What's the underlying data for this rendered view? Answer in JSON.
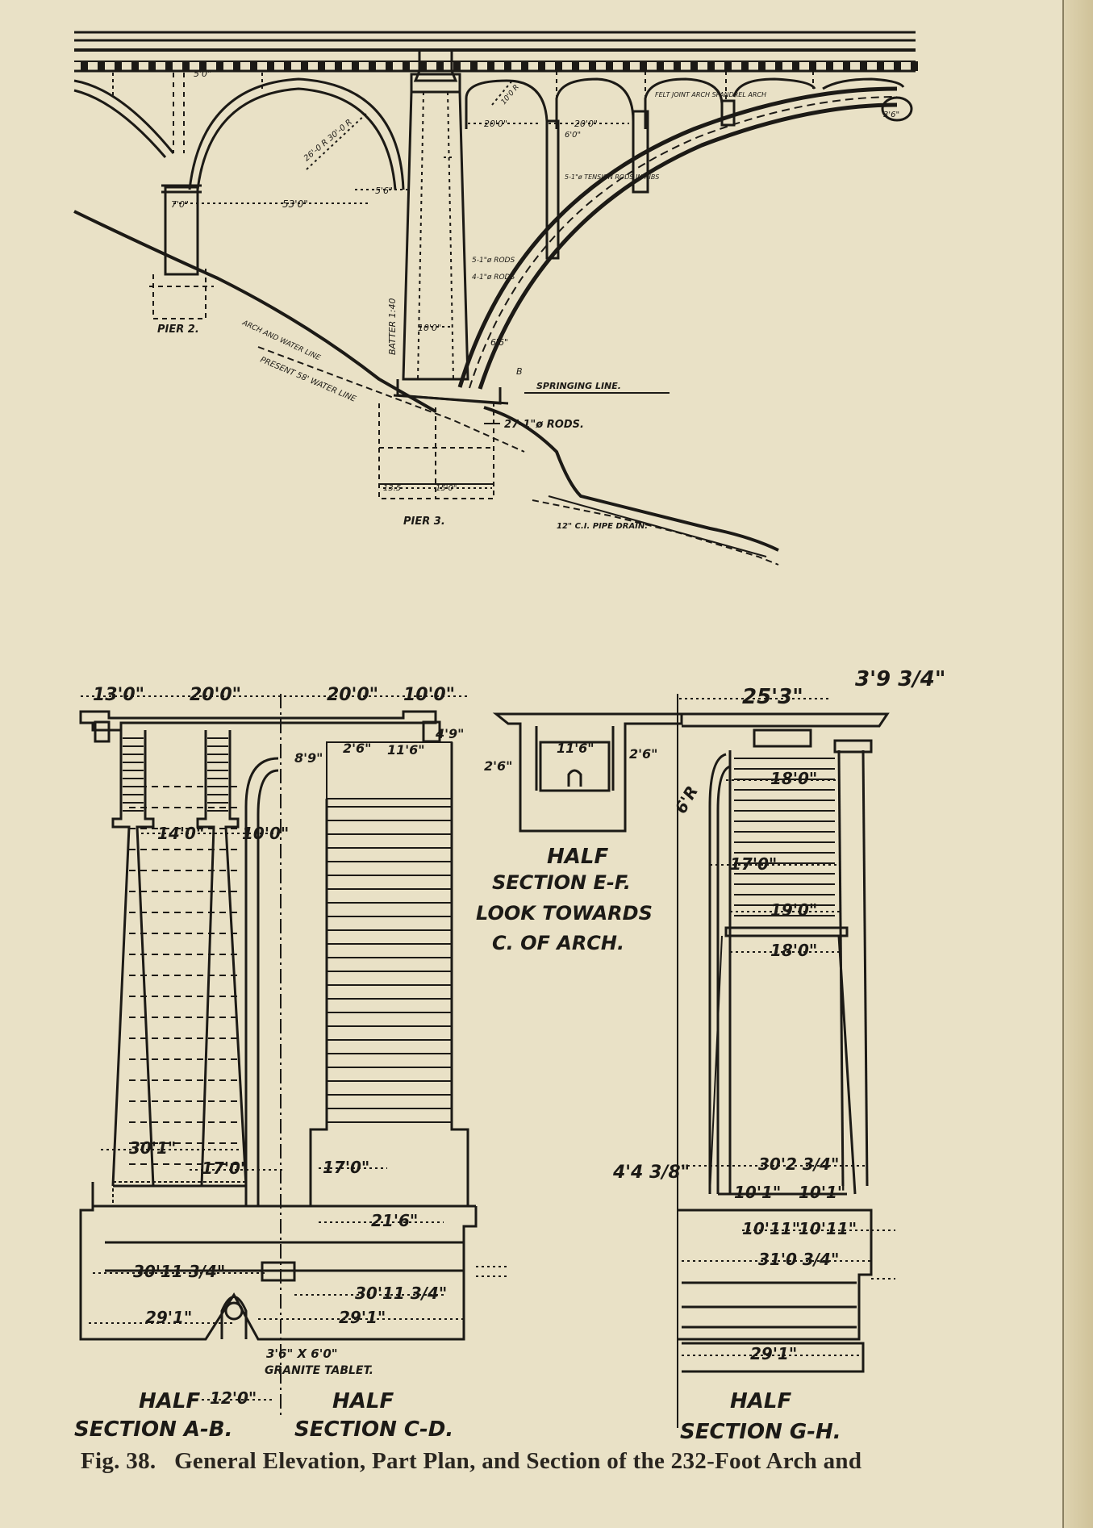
{
  "elevation": {
    "pier2": "PIER 2.",
    "pier3": "PIER 3.",
    "springing_line": "SPRINGING LINE.",
    "rods_27": "27-1\"ø RODS.",
    "pipe_drain": "12\" C.I. PIPE DRAIN.",
    "arch_water_line": "ARCH AND WATER LINE",
    "present_water_line": "PRESENT 58' WATER LINE",
    "batter": "BATTER 1:40",
    "rods_a": "5-1\"ø RODS",
    "rods_b": "4-1\"ø RODS",
    "tension_rods": "5-1\"ø TENSION RODS IN RIBS",
    "felt_joint": "FELT JOINT ARCH SPANDREL ARCH",
    "dim_5ft": "5'0\"",
    "dim_53": "53'0\"",
    "dim_7": "7'0\"",
    "dim_5_6": "5'6\"",
    "dim_20a": "20'0\"",
    "dim_20b": "20'0\"",
    "dim_6": "6'0\"",
    "dim_10": "10'0\"",
    "dim_6b": "6'6\"",
    "dim_b": "B",
    "dim_135": "13.5",
    "dim_150": "15'0\"",
    "dim_radius": "26'-0 R 30'-0 R",
    "dim_10r": "10'0 R",
    "dim_36": "3'6\""
  },
  "sections": {
    "top_dims_left": [
      "13'0\"",
      "20'0\"",
      "20'0\"",
      "10'0\""
    ],
    "top_dims_right": [
      "25'3\"",
      "3'9 3/4\""
    ],
    "ef_dims": [
      "2'6\"",
      "11'6\"",
      "2'6\"",
      "8'9\"",
      "2'6\"",
      "11'6\"",
      "4'9\""
    ],
    "inner_dims": [
      "14'0\"",
      "10'0\"",
      "6'R",
      "18'0\"",
      "17'0\"",
      "19'0\"",
      "18'0\""
    ],
    "lower_dims": [
      "30'1\"",
      "17'0\"",
      "17'0\"",
      "21'6\"",
      "30'11 3/4\"",
      "30'11 3/4\"",
      "29'1\"",
      "29'1\"",
      "12'0\""
    ],
    "right_lower_dims": [
      "4'4 3/8\"",
      "30'2 3/4\"",
      "10'1\"",
      "10'1\"",
      "10'11\"",
      "10'11\"",
      "31'0 3/4\"",
      "29'1\""
    ],
    "tablet": "3'6\" X 6'0\"",
    "tablet_label": "GRANITE TABLET.",
    "half_ef_1": "HALF",
    "half_ef_2": "SECTION E-F.",
    "half_ef_3": "LOOK TOWARDS",
    "half_ef_4": "C. OF ARCH.",
    "half_ab_1": "HALF",
    "half_ab_2": "SECTION A-B.",
    "half_cd_1": "HALF",
    "half_cd_2": "SECTION C-D.",
    "half_gh_1": "HALF",
    "half_gh_2": "SECTION G-H."
  },
  "caption": {
    "fig": "Fig. 38.",
    "text": "General Elevation, Part Plan, and Section of the 232-Foot Arch and"
  }
}
